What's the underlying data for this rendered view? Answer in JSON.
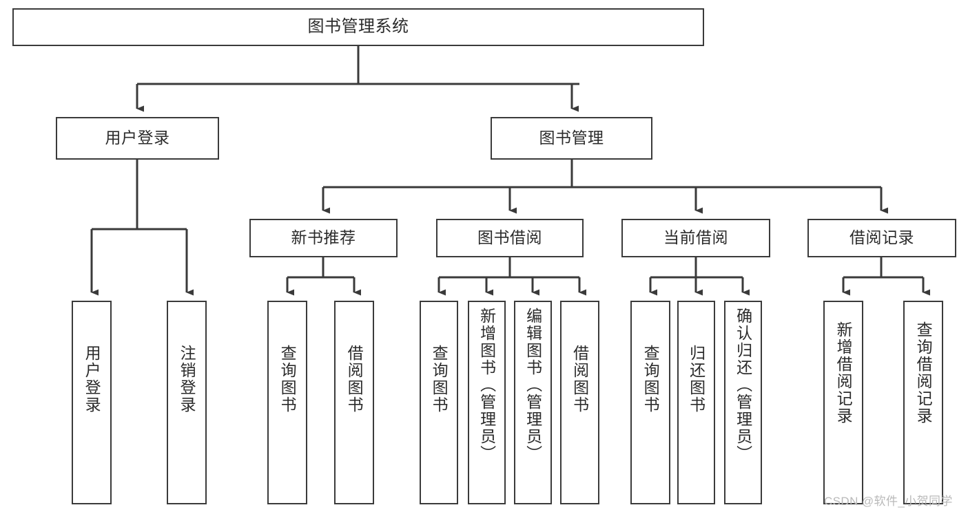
{
  "diagram": {
    "type": "tree-hierarchy",
    "title": "图书管理系统",
    "root": {
      "id": "root",
      "label": "图书管理系统"
    },
    "level2": [
      {
        "id": "user-login",
        "label": "用户登录"
      },
      {
        "id": "book-management",
        "label": "图书管理"
      }
    ],
    "level3": [
      {
        "id": "new-book-recommend",
        "label": "新书推荐",
        "parent": "book-management"
      },
      {
        "id": "book-borrow",
        "label": "图书借阅",
        "parent": "book-management"
      },
      {
        "id": "current-borrow",
        "label": "当前借阅",
        "parent": "book-management"
      },
      {
        "id": "borrow-record",
        "label": "借阅记录",
        "parent": "book-management"
      }
    ],
    "leaves": [
      {
        "id": "leaf-user-login",
        "label": "用户登录",
        "parent": "user-login"
      },
      {
        "id": "leaf-logout-login",
        "label": "注销登录",
        "parent": "user-login"
      },
      {
        "id": "leaf-query-book-1",
        "label": "查询图书",
        "parent": "new-book-recommend"
      },
      {
        "id": "leaf-borrow-book-1",
        "label": "借阅图书",
        "parent": "new-book-recommend"
      },
      {
        "id": "leaf-query-book-2",
        "label": "查询图书",
        "parent": "book-borrow"
      },
      {
        "id": "leaf-add-book",
        "label": "新增图书（管理员）",
        "parent": "book-borrow"
      },
      {
        "id": "leaf-edit-book",
        "label": "编辑图书（管理员）",
        "parent": "book-borrow"
      },
      {
        "id": "leaf-borrow-book-2",
        "label": "借阅图书",
        "parent": "book-borrow"
      },
      {
        "id": "leaf-query-book-3",
        "label": "查询图书",
        "parent": "current-borrow"
      },
      {
        "id": "leaf-return-book",
        "label": "归还图书",
        "parent": "current-borrow"
      },
      {
        "id": "leaf-confirm-return",
        "label": "确认归还（管理员）",
        "parent": "current-borrow"
      },
      {
        "id": "leaf-add-record",
        "label": "新增借阅记录",
        "parent": "borrow-record"
      },
      {
        "id": "leaf-query-record",
        "label": "查询借阅记录",
        "parent": "borrow-record"
      }
    ],
    "watermark": "CSDN @软件_小贺同学",
    "colors": {
      "box_stroke": "#3a3a3a",
      "box_fill": "#ffffff",
      "text": "#2b2b2b",
      "connector": "#3a3a3a",
      "watermark": "#b9b9b9"
    }
  }
}
